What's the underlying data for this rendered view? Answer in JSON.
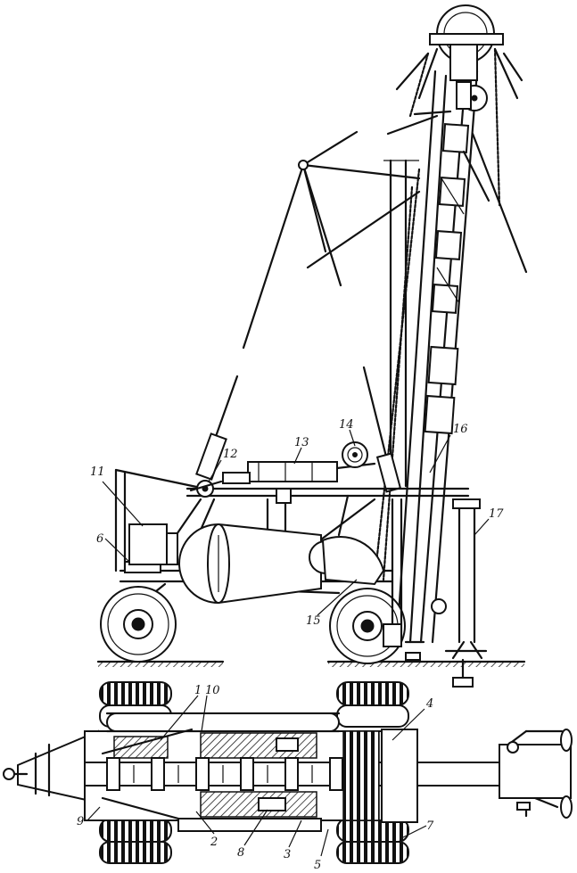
{
  "figure": {
    "callouts": {
      "c1": "1",
      "c2": "2",
      "c3": "3",
      "c4": "4",
      "c5": "5",
      "c6": "6",
      "c7": "7",
      "c8": "8",
      "c9": "9",
      "c10": "10",
      "c11": "11",
      "c12": "12",
      "c13": "13",
      "c14": "14",
      "c15": "15",
      "c16": "16",
      "c17": "17"
    }
  }
}
